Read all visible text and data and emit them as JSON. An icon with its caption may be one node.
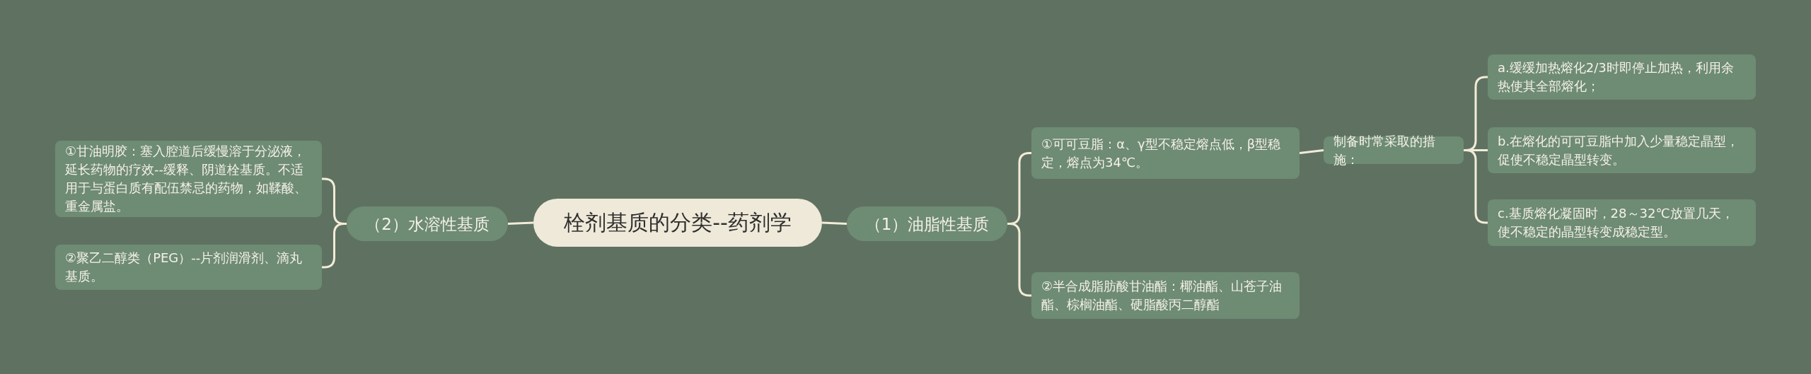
{
  "diagram": {
    "nodes": [
      {
        "text": [
          "栓剂基质的分类--药剂学"
        ]
      },
      {
        "text": [
          "（2）水溶性基质"
        ]
      },
      {
        "text": [
          "①甘油明胶：塞入腔道后缓慢溶于分泌液，延长药物的疗效--缓释、阴道栓基质。不适用于与蛋白质有配伍禁忌的药物，如鞣酸、重金属盐。"
        ]
      },
      {
        "text": [
          "②聚乙二醇类（PEG）--片剂润滑剂、滴丸基质。"
        ]
      },
      {
        "text": [
          "（1）油脂性基质"
        ]
      },
      {
        "text": [
          "①可可豆脂：α、γ型不稳定熔点低，β型稳定，熔点为34℃。"
        ]
      },
      {
        "text": [
          "制备时常采取的措施："
        ]
      },
      {
        "text": [
          "a.缓缓加热熔化2/3时即停止加热，利用余热使其全部熔化；"
        ]
      },
      {
        "text": [
          "b.在熔化的可可豆脂中加入少量稳定晶型，促使不稳定晶型转变。"
        ]
      },
      {
        "text": [
          "c.基质熔化凝固时，28～32℃放置几天，使不稳定的晶型转变成稳定型。"
        ]
      },
      {
        "text": [
          "②半合成脂肪酸甘油酯：椰油酯、山苍子油酯、棕榈油酯、硬脂酸丙二醇酯"
        ]
      }
    ],
    "edges": [
      {
        "from": 0,
        "to": 1,
        "arrow": "none"
      },
      {
        "from": 1,
        "to": 2,
        "arrow": "none"
      },
      {
        "from": 1,
        "to": 3,
        "arrow": "none"
      },
      {
        "from": 0,
        "to": 4,
        "arrow": "none"
      },
      {
        "from": 4,
        "to": 5,
        "arrow": "none"
      },
      {
        "from": 4,
        "to": 10,
        "arrow": "none"
      },
      {
        "from": 5,
        "to": 6,
        "arrow": "none"
      },
      {
        "from": 6,
        "to": 7,
        "arrow": "none"
      },
      {
        "from": 6,
        "to": 8,
        "arrow": "none"
      },
      {
        "from": 6,
        "to": 9,
        "arrow": "none"
      }
    ]
  }
}
